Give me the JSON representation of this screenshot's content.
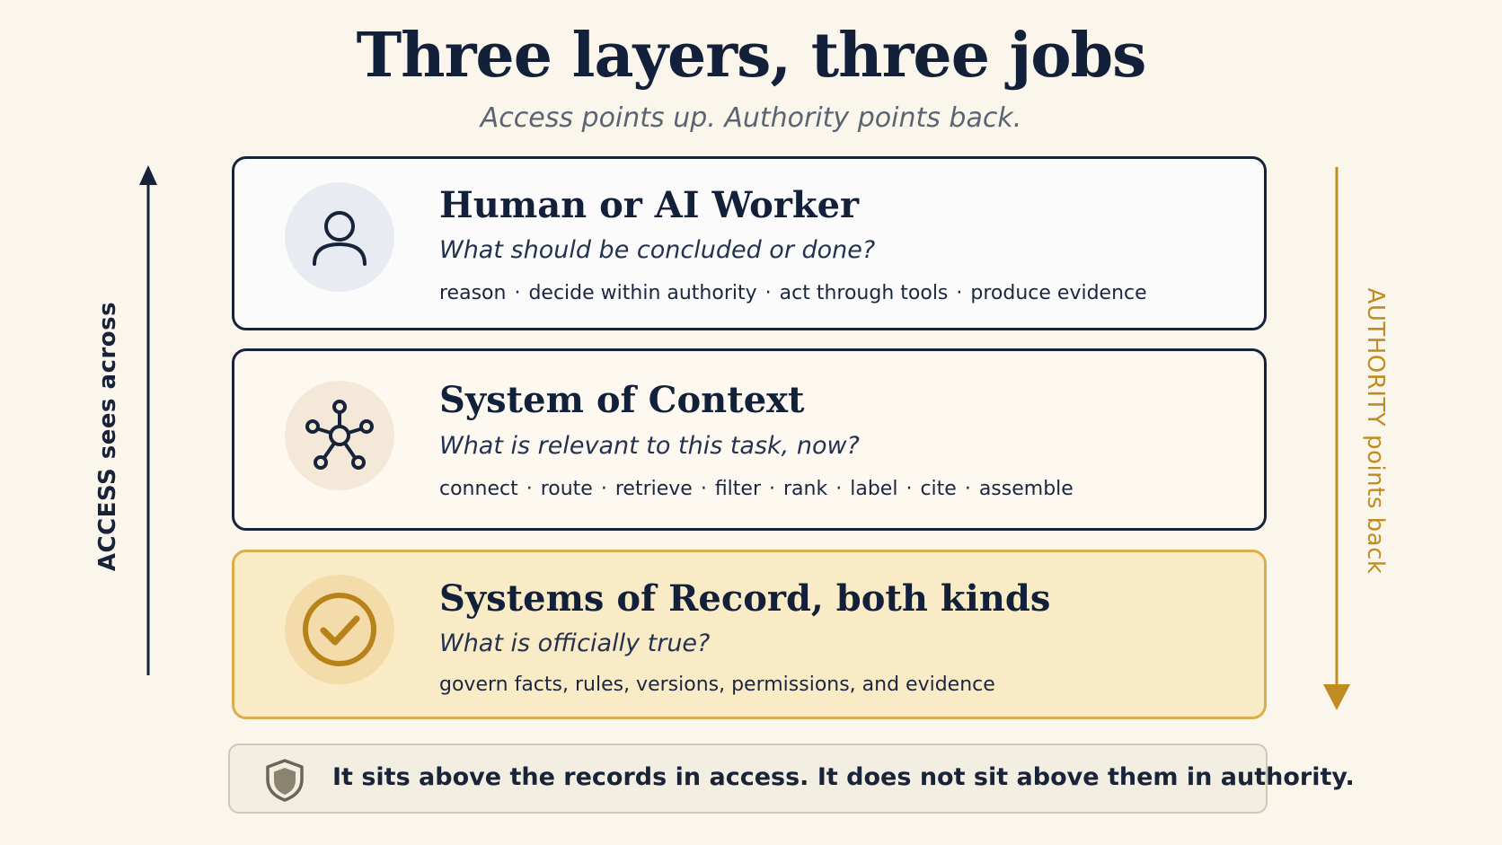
{
  "title": "Three layers, three jobs",
  "subtitle": "Access points up. Authority points back.",
  "colors": {
    "navy": "#17233a",
    "gold": "#c08c22",
    "record_fill": "#faebc7",
    "background": "#faf6ec"
  },
  "layers": [
    {
      "icon": "person-icon",
      "title": "Human or AI Worker",
      "question": "What should be concluded or done?",
      "tags": [
        "reason",
        "decide within authority",
        "act through tools",
        "produce evidence"
      ]
    },
    {
      "icon": "network-hub-icon",
      "title": "System of Context",
      "question": "What is relevant to this task, now?",
      "tags": [
        "connect",
        "route",
        "retrieve",
        "filter",
        "rank",
        "label",
        "cite",
        "assemble"
      ]
    },
    {
      "icon": "check-circle-icon",
      "title": "Systems of Record, both kinds",
      "question": "What is officially true?",
      "description": "govern facts, rules, versions, permissions, and evidence"
    }
  ],
  "access_label": "ACCESS sees across",
  "authority_label": "AUTHORITY points back",
  "banner": {
    "icon": "shield-icon",
    "text": "It sits above the records in access. It does not sit above them in authority."
  }
}
